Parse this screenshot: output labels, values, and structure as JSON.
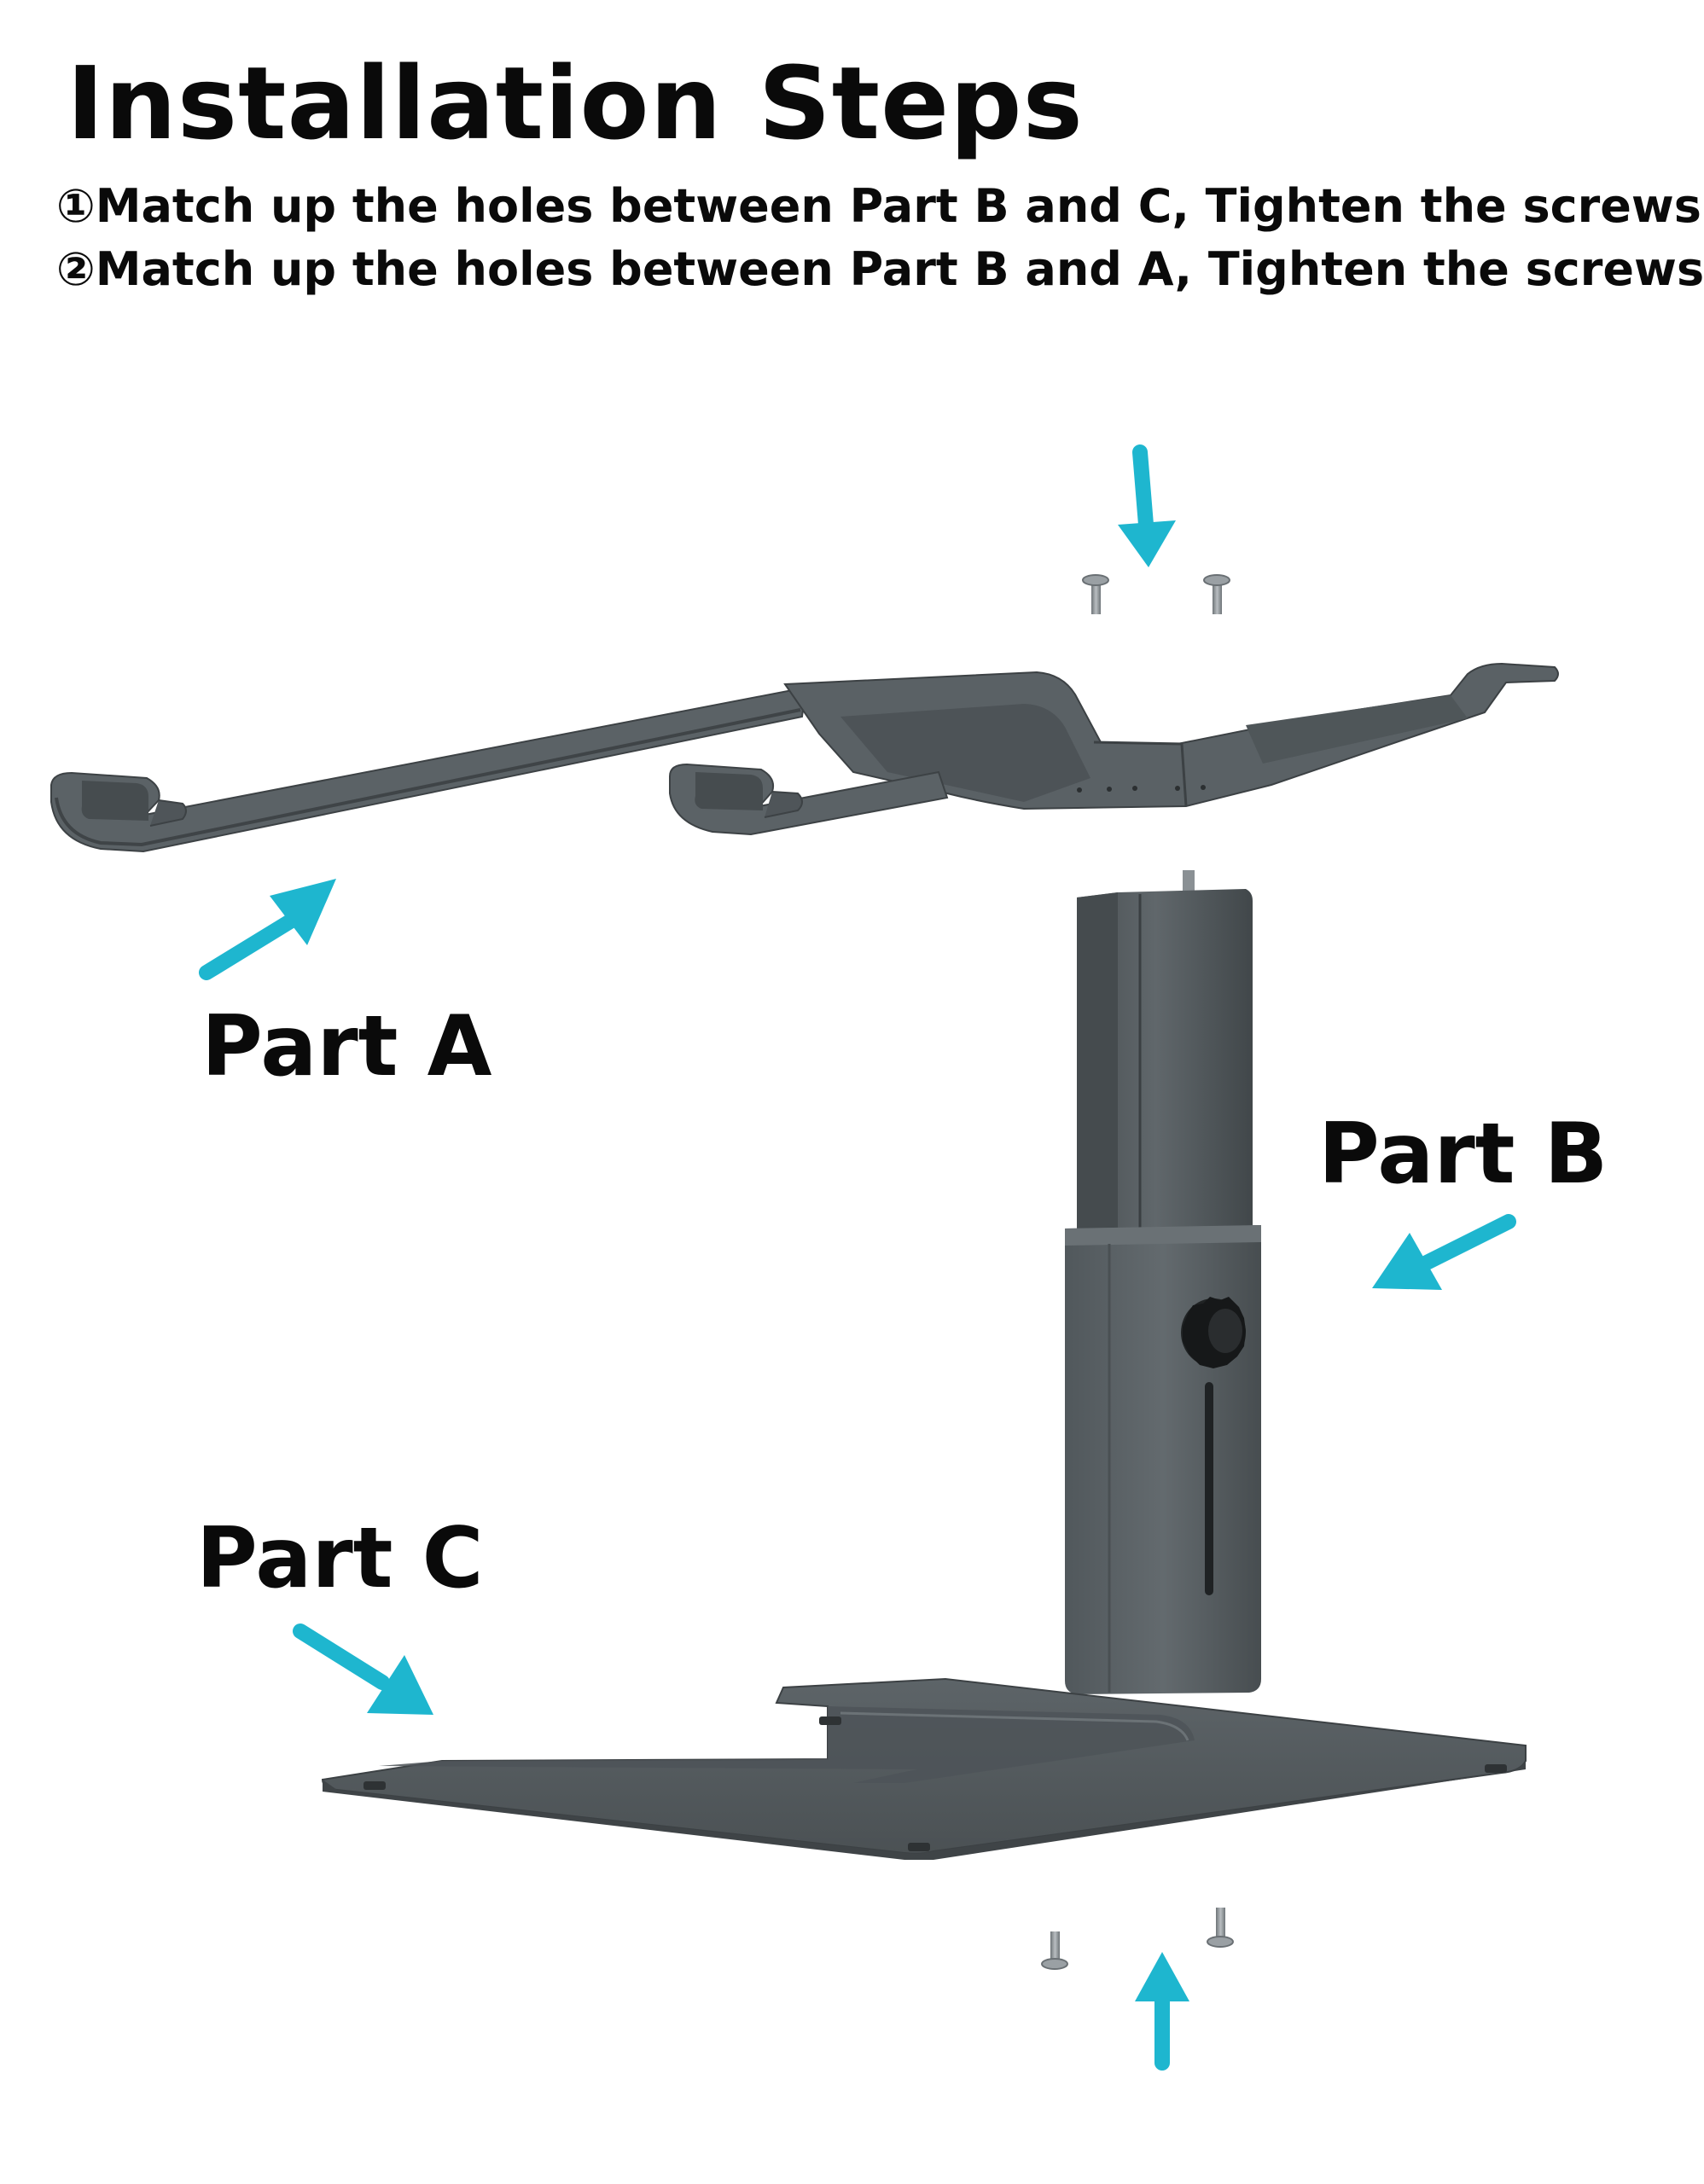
{
  "header": {
    "title": "Installation Steps",
    "steps": [
      "①Match up the holes between Part B and C, Tighten the screws",
      "②Match up the holes between Part B and A, Tighten the screws"
    ]
  },
  "parts": {
    "a": "Part A",
    "b": "Part B",
    "c": "Part C"
  },
  "colors": {
    "arrow": "#1eb6cf",
    "metal": "#555c60",
    "metal_dark": "#3a3f42",
    "screw": "#8e9498",
    "knob": "#1d1f20"
  }
}
